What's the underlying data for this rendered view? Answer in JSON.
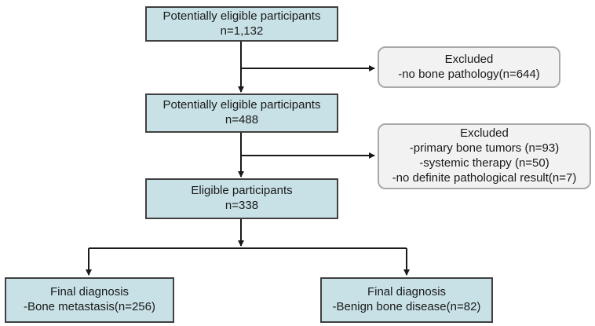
{
  "flowchart": {
    "step1": {
      "line1": "Potentially eligible participants",
      "line2": "n=1,132"
    },
    "excluded1": {
      "title": "Excluded",
      "reason1": "-no bone pathology(n=644)"
    },
    "step2": {
      "line1": "Potentially eligible participants",
      "line2": "n=488"
    },
    "excluded2": {
      "title": "Excluded",
      "reason1": "-primary bone tumors (n=93)",
      "reason2": "-systemic therapy (n=50)",
      "reason3": "-no definite pathological result(n=7)"
    },
    "step3": {
      "line1": "Eligible participants",
      "line2": "n=338"
    },
    "final_left": {
      "line1": "Final diagnosis",
      "line2": "-Bone metastasis(n=256)"
    },
    "final_right": {
      "line1": "Final diagnosis",
      "line2": "-Benign bone disease(n=82)"
    },
    "colors": {
      "box_fill": "#c8e1e6",
      "box_border": "#404040",
      "excluded_fill": "#f2f2f2",
      "excluded_border": "#a9a9a9",
      "connector": "#1a1a1a",
      "text": "#1a1a1a"
    }
  }
}
